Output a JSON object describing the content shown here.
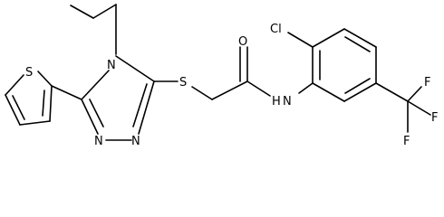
{
  "molecule": {
    "atoms": {
      "S_thiophene": "S",
      "N_triazole_4": "N",
      "N_triazole_1": "N",
      "N_triazole_2": "N",
      "S_thioether": "S",
      "O_carbonyl": "O",
      "N_amide": "N",
      "H_amide": "H",
      "Cl": "Cl",
      "F_top": "F",
      "F_right": "F",
      "F_bottom": "F"
    }
  },
  "colors": {
    "bond": "#000000",
    "label": "#000000",
    "background": "#ffffff"
  }
}
